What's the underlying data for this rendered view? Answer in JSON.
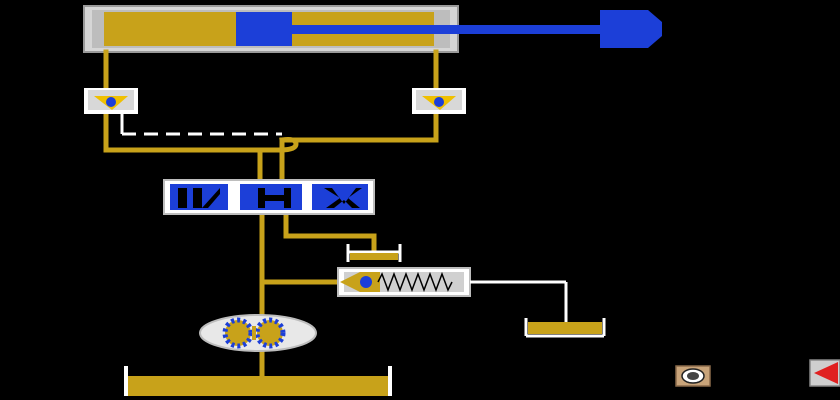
{
  "diagram": {
    "type": "hydraulic-circuit",
    "components": [
      {
        "name": "double-acting-cylinder",
        "state": "retracted"
      },
      {
        "name": "pilot-check-valve-left"
      },
      {
        "name": "pilot-check-valve-right"
      },
      {
        "name": "directional-control-valve-4-3",
        "state": "center"
      },
      {
        "name": "relief-valve"
      },
      {
        "name": "gear-pump"
      },
      {
        "name": "reservoir"
      }
    ],
    "colors": {
      "background": "#000000",
      "fluid": "#c8a21a",
      "pressure": "#1c3fd8",
      "housing": "#c8c8c8",
      "line_pilot": "#ffffff"
    }
  },
  "controls": {
    "sound": {
      "icon": "speaker-icon"
    },
    "back": {
      "icon": "arrow-left-icon",
      "color": "#e02020"
    }
  }
}
